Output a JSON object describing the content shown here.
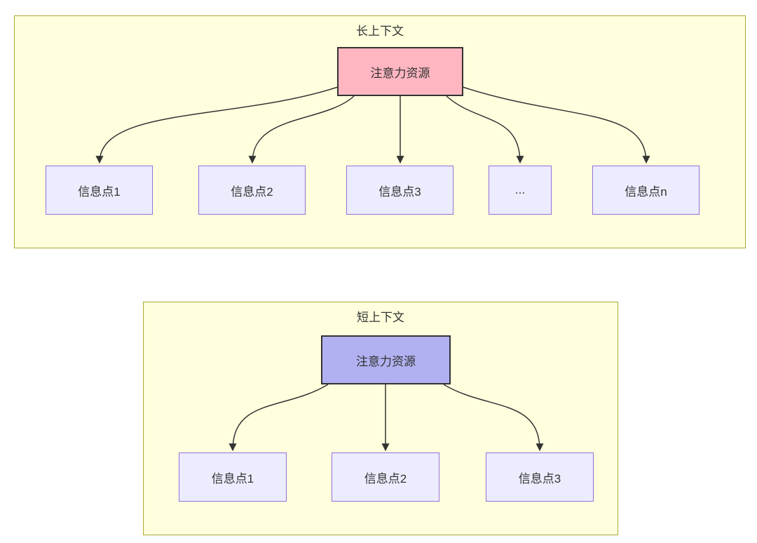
{
  "style": {
    "cluster_fill": "#FFFFDE",
    "cluster_border": "#AAAA33",
    "node_fill": "#ECECFF",
    "node_border": "#9370DB",
    "edge_color": "#333333",
    "text_color": "#333333"
  },
  "long_context": {
    "title": "长上下文",
    "attention_node": {
      "label": "注意力资源",
      "fill": "#FFB6C1",
      "border": "#333333"
    },
    "children": [
      "信息点1",
      "信息点2",
      "信息点3",
      "...",
      "信息点n"
    ]
  },
  "short_context": {
    "title": "短上下文",
    "attention_node": {
      "label": "注意力资源",
      "fill": "#B1B1F1",
      "border": "#333333"
    },
    "children": [
      "信息点1",
      "信息点2",
      "信息点3"
    ]
  }
}
